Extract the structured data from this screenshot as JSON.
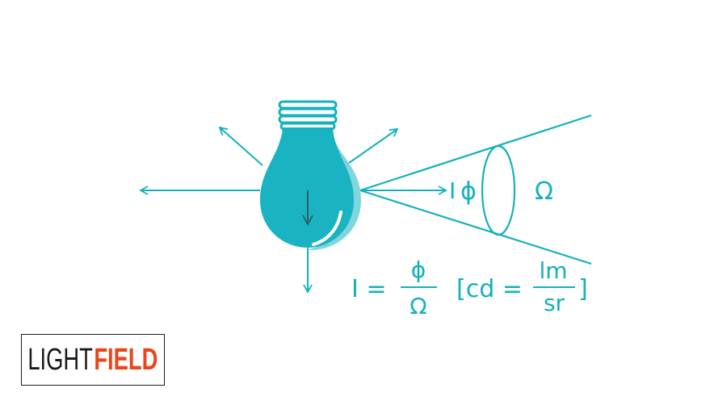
{
  "diagram": {
    "intensity_symbol": "I",
    "flux_symbol": "ϕ",
    "solid_angle_symbol": "Ω",
    "formula": {
      "lhs": "I =",
      "numerator": "ϕ",
      "denominator": "Ω",
      "unit_open": "[cd =",
      "unit_numerator": "lm",
      "unit_denominator": "sr",
      "unit_close": "]"
    },
    "colors": {
      "primary": "#13b1bd",
      "bulb_body": "#1ab3c1",
      "bulb_shadow": "#7fd6dd",
      "arrow_inside": "#2b5f66"
    }
  },
  "logo": {
    "word1": "LIGHT",
    "word2": "FIELD",
    "color_word1": "#1a1a1a",
    "color_word2": "#e8461b"
  }
}
